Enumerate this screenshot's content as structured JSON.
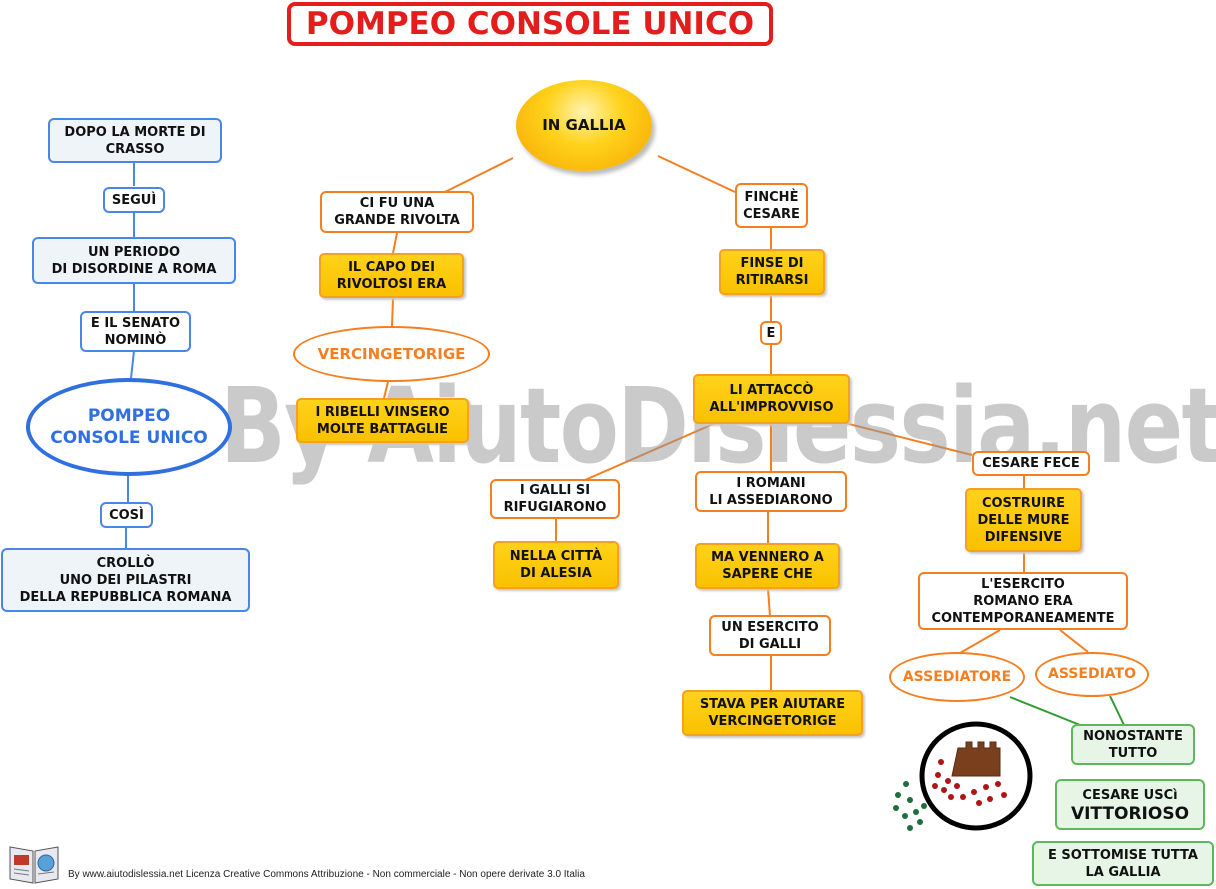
{
  "title": "POMPEO CONSOLE UNICO",
  "watermark": "By AiutoDislessia.net",
  "footer": "By www.aiutodislessia.net Licenza Creative Commons Attribuzione - Non commerciale - Non opere derivate 3.0 Italia",
  "left_branch": {
    "dopo": "DOPO LA MORTE DI\nCRASSO",
    "segui": "SEGUÌ",
    "periodo": "UN PERIODO\nDI DISORDINE A ROMA",
    "senato": "E IL SENATO\nNOMINÒ",
    "pompeo": "POMPEO\nCONSOLE UNICO",
    "cosi": "COSÌ",
    "crollo": "CROLLÒ\nUNO DEI PILASTRI\nDELLA REPUBBLICA ROMANA"
  },
  "center": "IN GALLIA",
  "rivolta_branch": {
    "rivolta": "CI FU UNA\nGRANDE RIVOLTA",
    "capo": "IL CAPO DEI\nRIVOLTOSI ERA",
    "vercingetorige": "VERCINGETORIGE",
    "ribelli": "I RIBELLI VINSERO\nMOLTE BATTAGLIE"
  },
  "cesare_branch": {
    "finche": "FINCHÈ\nCESARE",
    "finse": "FINSE DI\nRITIRARSI",
    "e": "E",
    "attacco": "LI ATTACCÒ\nALL'IMPROVVISO",
    "galli_rifugiarono": "I GALLI SI\nRIFUGIARONO",
    "alesia": "NELLA CITTÀ\nDI ALESIA",
    "romani": "I ROMANI\nLI ASSEDIARONO",
    "vennero": "MA VENNERO A\nSAPERE CHE",
    "esercito_galli": "UN ESERCITO\nDI GALLI",
    "aiutare": "STAVA PER AIUTARE\nVERCINGETORIGE",
    "cesare_fece": "CESARE FECE",
    "mure": "COSTRUIRE\nDELLE MURE\nDIFENSIVE",
    "esercito_romano": "L'ESERCITO\nROMANO ERA\nCONTEMPORANEAMENTE",
    "assediatore": "ASSEDIATORE",
    "assediato": "ASSEDIATO",
    "nonostante": "NONOSTANTE\nTUTTO",
    "cesare_usci": "CESARE USCì",
    "vittorioso": "VITTORIOSO",
    "sottomise": "E SOTTOMISE TUTTA\nLA GALLIA"
  },
  "colors": {
    "title_red": "#e31c1c",
    "blue": "#4a86e8",
    "orange": "#f57f20",
    "gold": "#ffd21a",
    "green": "#5cb85c"
  }
}
